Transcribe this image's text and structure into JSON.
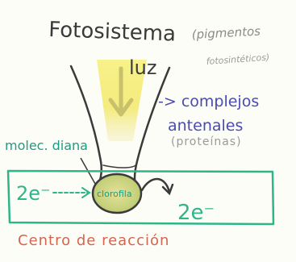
{
  "title": "Fotosistema",
  "title_note": "(pigmentos",
  "title_note_2": "fotosintéticos)",
  "light_label": "luz",
  "antenna_label": "-> complejos",
  "antenna_label_2": "antenales",
  "antenna_note": "(proteínas)",
  "molecule_label": "molec. diana",
  "center_blob_label": "clorofila",
  "electron_in": "2e⁻",
  "electron_out": "2e⁻",
  "reaction_center_label": "Centro de reacción",
  "colors": {
    "pencil": "#3a3a3a",
    "pencil_light": "#8a8a8a",
    "blue": "#4a4bb0",
    "green": "#2fb58a",
    "teal": "#1e9b86",
    "red": "#d4664f",
    "yellow": "#f0e23a",
    "olive": "#c8c06a"
  }
}
